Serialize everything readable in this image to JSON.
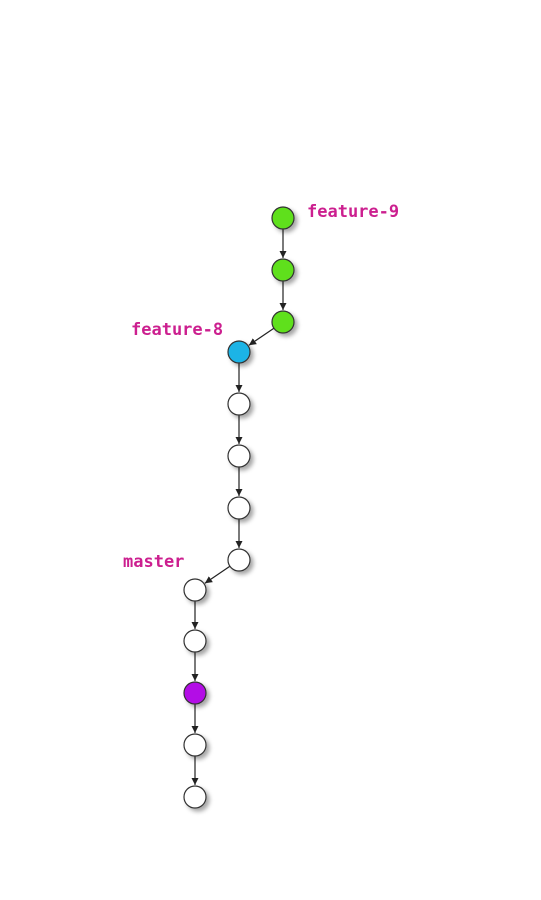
{
  "colors": {
    "branch_label": "#cc1f8f",
    "feature9_commit": "#5ee01e",
    "feature8_commit": "#1fb4e6",
    "master_commit": "#ffffff",
    "highlight_commit": "#b30ee6",
    "edge": "#222222"
  },
  "branches": [
    {
      "name": "feature-9"
    },
    {
      "name": "feature-8"
    },
    {
      "name": "master"
    }
  ],
  "commits": [
    {
      "id": "c1",
      "fill": "#5ee01e"
    },
    {
      "id": "c2",
      "fill": "#5ee01e"
    },
    {
      "id": "c3",
      "fill": "#5ee01e"
    },
    {
      "id": "c4",
      "fill": "#1fb4e6"
    },
    {
      "id": "c5",
      "fill": "#ffffff"
    },
    {
      "id": "c6",
      "fill": "#ffffff"
    },
    {
      "id": "c7",
      "fill": "#ffffff"
    },
    {
      "id": "c8",
      "fill": "#ffffff"
    },
    {
      "id": "c9",
      "fill": "#ffffff"
    },
    {
      "id": "c10",
      "fill": "#ffffff"
    },
    {
      "id": "c11",
      "fill": "#b30ee6"
    },
    {
      "id": "c12",
      "fill": "#ffffff"
    },
    {
      "id": "c13",
      "fill": "#ffffff"
    }
  ],
  "edges": [
    [
      "c1",
      "c2"
    ],
    [
      "c2",
      "c3"
    ],
    [
      "c3",
      "c4"
    ],
    [
      "c4",
      "c5"
    ],
    [
      "c5",
      "c6"
    ],
    [
      "c6",
      "c7"
    ],
    [
      "c7",
      "c8"
    ],
    [
      "c8",
      "c9"
    ],
    [
      "c9",
      "c10"
    ],
    [
      "c10",
      "c11"
    ],
    [
      "c11",
      "c12"
    ],
    [
      "c12",
      "c13"
    ]
  ]
}
